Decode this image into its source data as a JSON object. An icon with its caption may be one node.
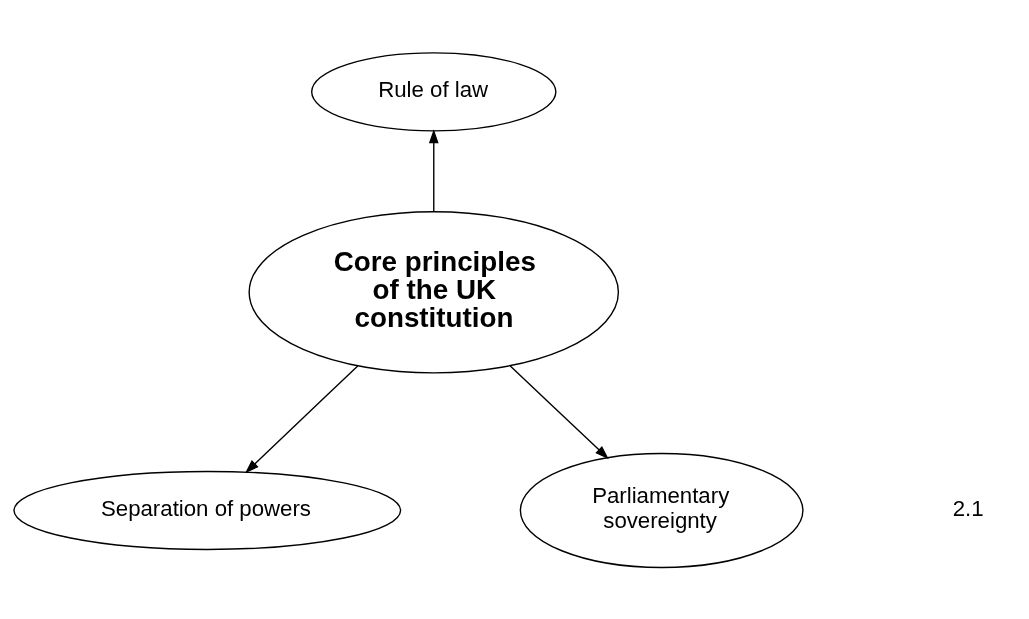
{
  "diagram": {
    "nodes": [
      {
        "text": [
          "Core principles of the UK constitution"
        ]
      },
      {
        "text": [
          "Rule of law"
        ]
      },
      {
        "text": [
          "Separation of powers"
        ]
      },
      {
        "text": [
          "Parliamentary sovereignty"
        ]
      }
    ],
    "edges": [
      {
        "from": 0,
        "to": 1,
        "arrow": "to"
      },
      {
        "from": 0,
        "to": 2,
        "arrow": "to"
      },
      {
        "from": 0,
        "to": 3,
        "arrow": "to"
      }
    ],
    "labels": [
      "2.1"
    ]
  }
}
